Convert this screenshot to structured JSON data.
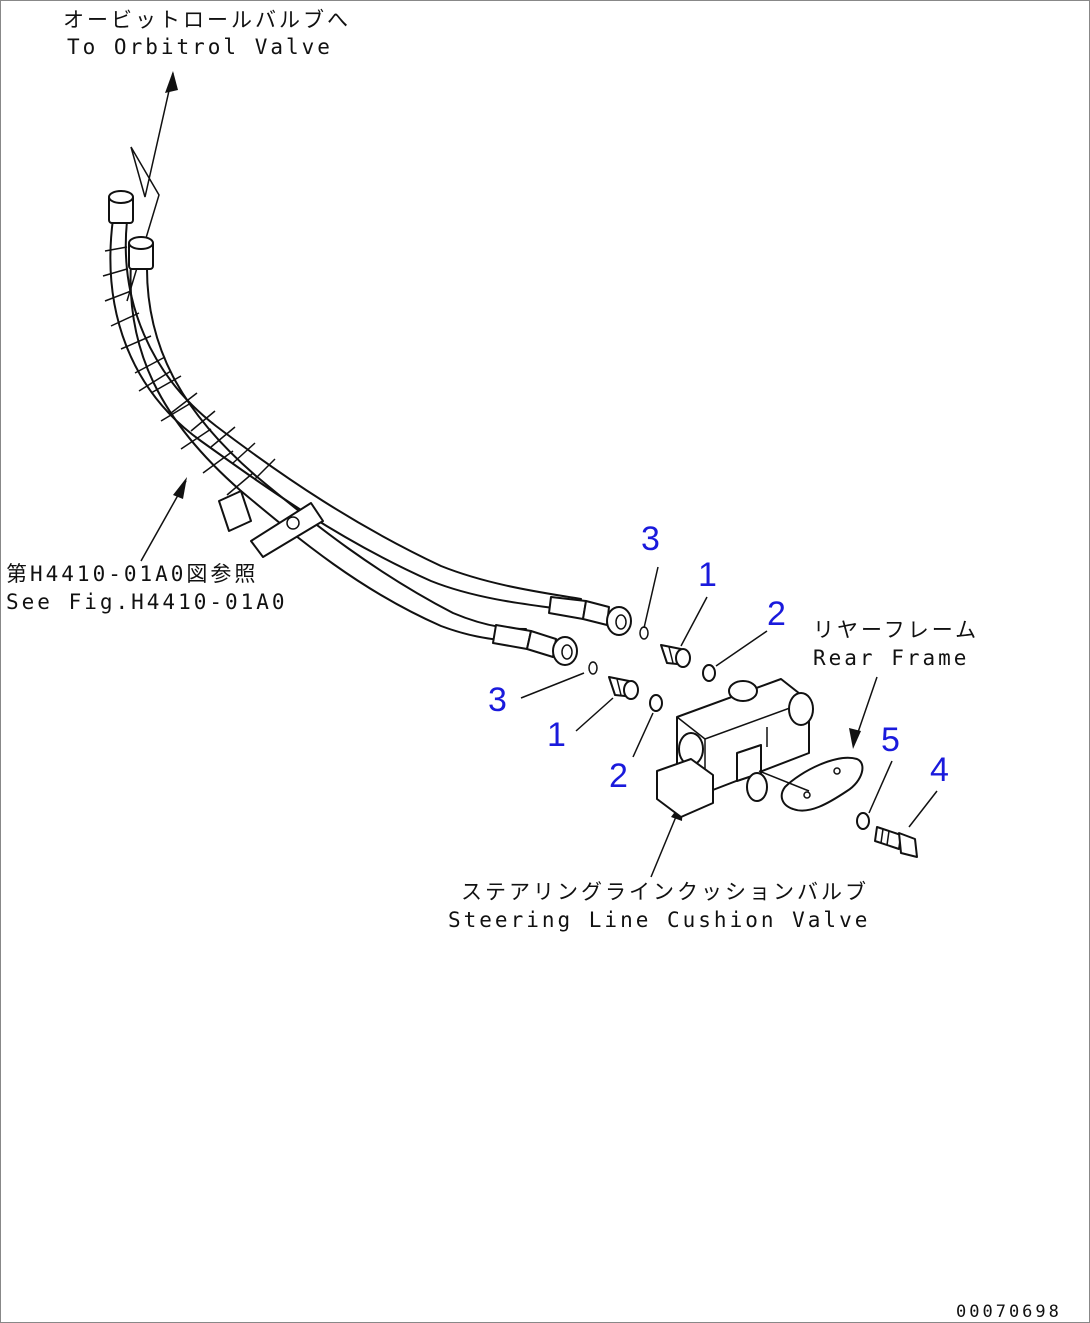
{
  "labels": {
    "orbitrol_jp": "オービットロールバルブへ",
    "orbitrol_en": "To Orbitrol Valve",
    "see_fig_jp": "第H4410-01A0図参照",
    "see_fig_en": "See Fig.H4410-01A0",
    "rear_frame_jp": "リヤーフレーム",
    "rear_frame_en": "Rear Frame",
    "cushion_valve_jp": "ステアリングラインクッションバルブ",
    "cushion_valve_en": "Steering Line Cushion Valve"
  },
  "part_numbers": {
    "oring_upper": "3",
    "elbow_upper": "1",
    "seal_upper": "2",
    "oring_lower": "3",
    "elbow_lower": "1",
    "seal_lower": "2",
    "washer": "5",
    "bolt": "4"
  },
  "drawing_code": "00070698",
  "colors": {
    "callout": "#1a1adc",
    "line": "#111111"
  }
}
